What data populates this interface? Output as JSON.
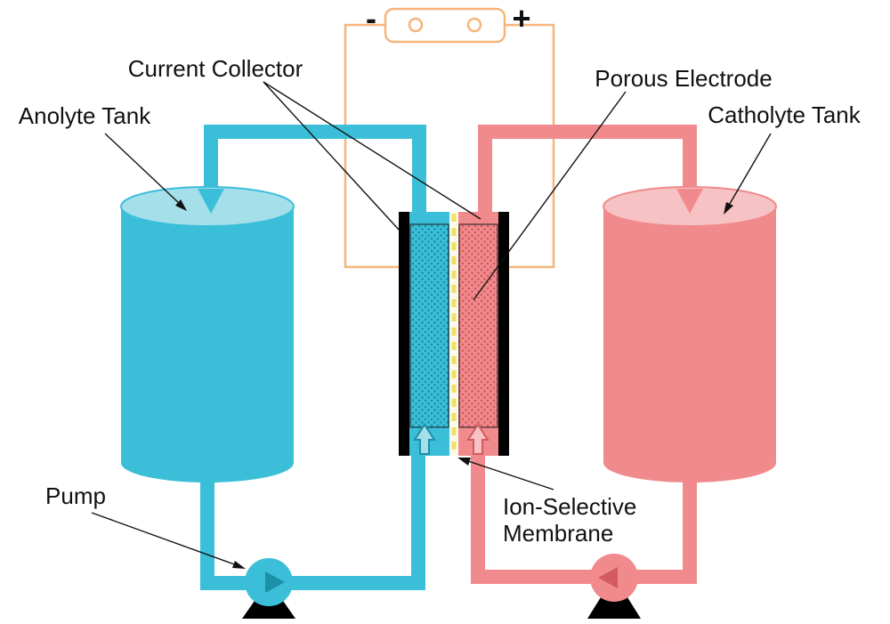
{
  "labels": {
    "current_collector": "Current Collector",
    "porous_electrode": "Porous Electrode",
    "anolyte_tank": "Anolyte Tank",
    "catholyte_tank": "Catholyte Tank",
    "pump": "Pump",
    "membrane_line1": "Ion-Selective",
    "membrane_line2": "Membrane",
    "negative_sign": "-",
    "positive_sign": "+"
  },
  "colors": {
    "anolyte": "#3BBFD9",
    "anolyte_light": "#A4DFEA",
    "anolyte_dark": "#1C8FA9",
    "catholyte": "#F08A8C",
    "catholyte_light": "#F7C2C3",
    "catholyte_dark": "#D25A60",
    "circuit": "#F5B57B",
    "collector": "#000000",
    "membrane_bg": "#FBF9EC",
    "membrane_dash": "#EFE063",
    "label_text": "#111111",
    "background": "#FFFFFF"
  }
}
